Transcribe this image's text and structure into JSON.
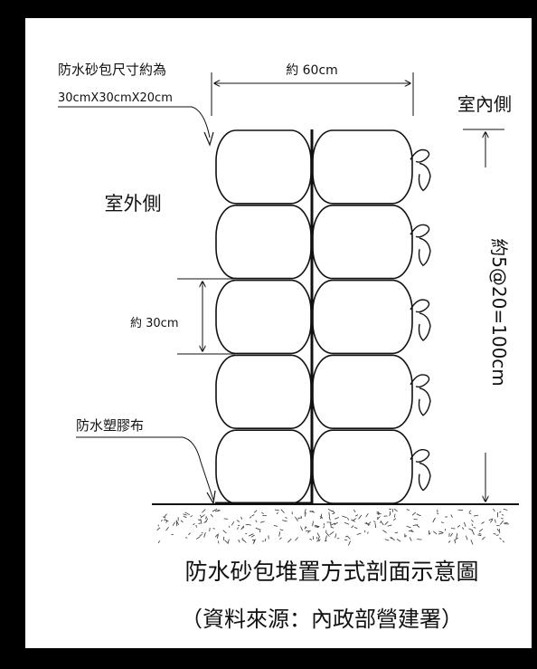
{
  "labels": {
    "bag_size_line1": "防水砂包尺寸約為",
    "bag_size_line2": "30cmX30cmX20cm",
    "width": "約 60cm",
    "indoor": "室內側",
    "outdoor": "室外側",
    "bag_height": "約 30cm",
    "total_height": "約5@20=100cm",
    "tarp": "防水塑膠布"
  },
  "caption": {
    "title": "防水砂包堆置方式剖面示意圖",
    "source": "（資料來源：內政部營建署）"
  },
  "structure": {
    "rows": 5,
    "columns": 2
  }
}
